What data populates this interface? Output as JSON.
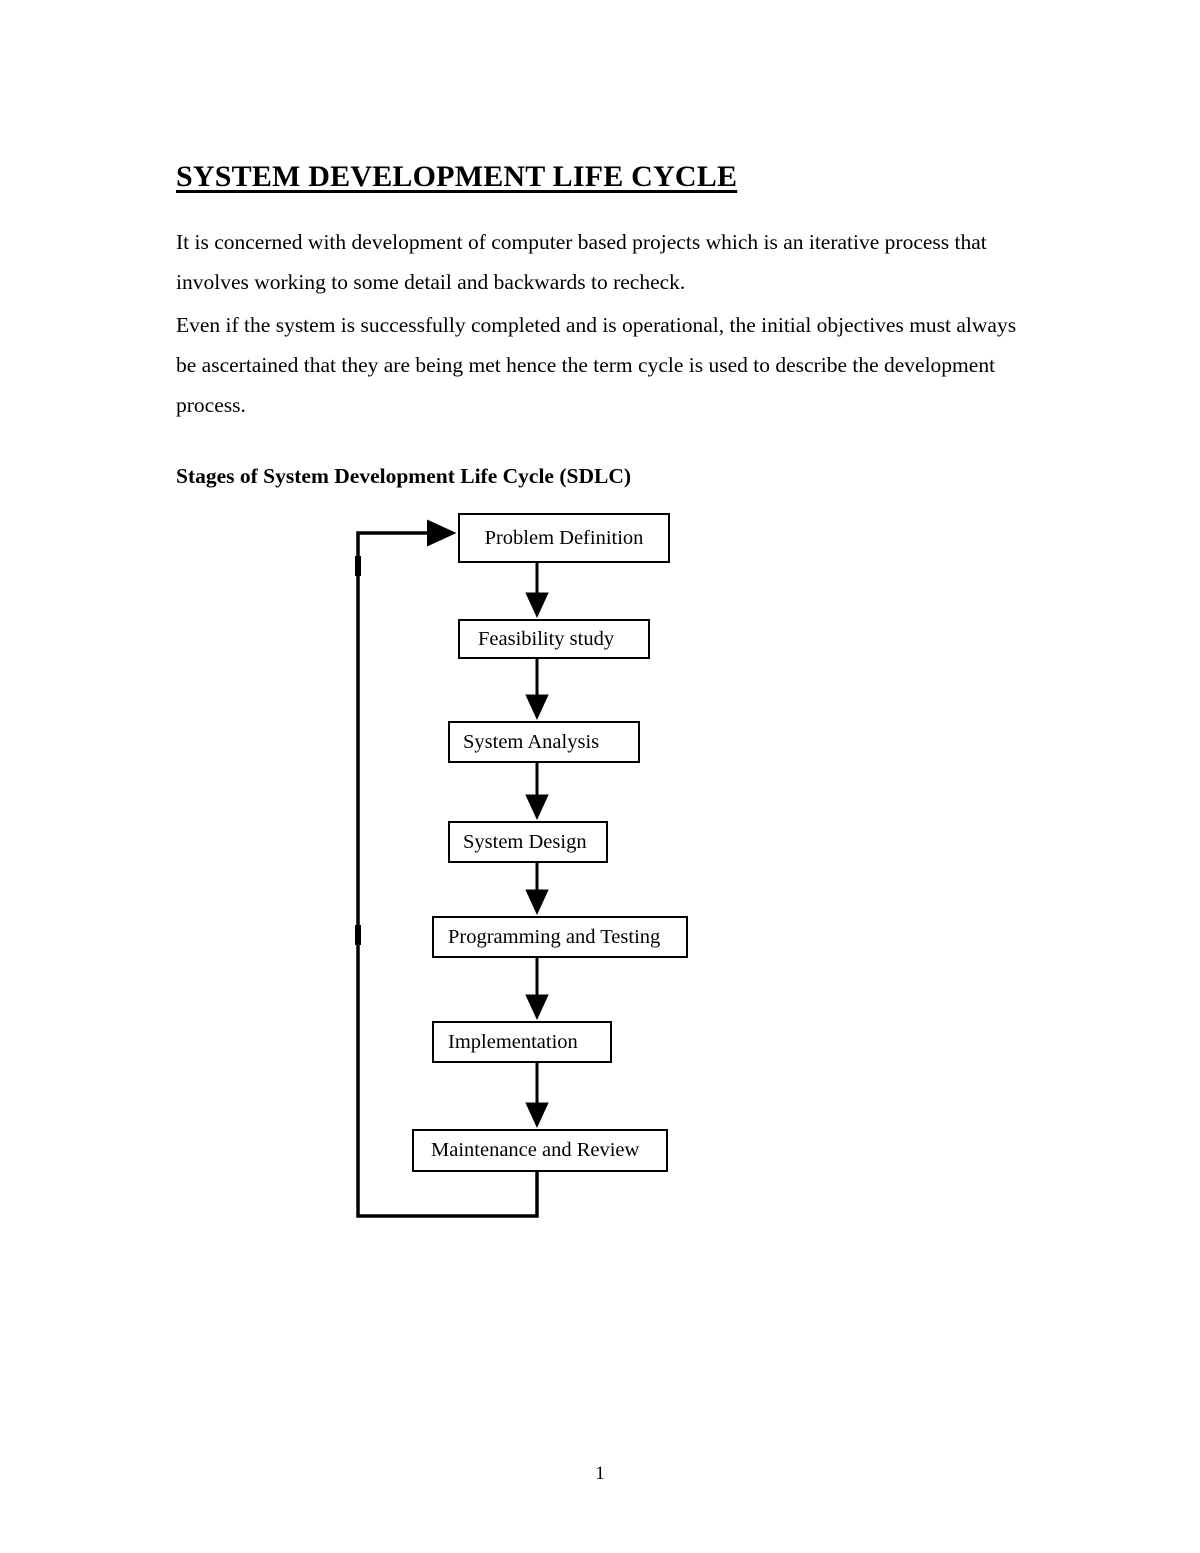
{
  "document": {
    "title": "SYSTEM DEVELOPMENT LIFE CYCLE",
    "paragraphs": [
      "It is concerned with development of computer based projects which is an iterative process that involves working to some detail and backwards to recheck.",
      "Even if the system is successfully completed and is operational, the initial objectives must always  be ascertained that they are being met hence the term cycle  is used to describe the development process."
    ],
    "section_heading": "Stages of System Development Life Cycle (SDLC)",
    "page_number": "1"
  },
  "flowchart": {
    "type": "flowchart",
    "orientation": "top-to-bottom",
    "feedback_loop": "Maintenance and Review back to Problem Definition",
    "line_color": "#000000",
    "fill_color": "#ffffff",
    "nodes": [
      {
        "id": "problem-definition",
        "label": "Problem Definition"
      },
      {
        "id": "feasibility-study",
        "label": "Feasibility study"
      },
      {
        "id": "system-analysis",
        "label": "System Analysis"
      },
      {
        "id": "system-design",
        "label": "System Design"
      },
      {
        "id": "programming-and-testing",
        "label": "Programming and Testing"
      },
      {
        "id": "implementation",
        "label": "Implementation"
      },
      {
        "id": "maintenance-and-review",
        "label": "Maintenance and Review"
      }
    ],
    "edges": [
      {
        "from": "problem-definition",
        "to": "feasibility-study",
        "style": "arrow-down"
      },
      {
        "from": "feasibility-study",
        "to": "system-analysis",
        "style": "arrow-down"
      },
      {
        "from": "system-analysis",
        "to": "system-design",
        "style": "arrow-down"
      },
      {
        "from": "system-design",
        "to": "programming-and-testing",
        "style": "arrow-down"
      },
      {
        "from": "programming-and-testing",
        "to": "implementation",
        "style": "arrow-down"
      },
      {
        "from": "implementation",
        "to": "maintenance-and-review",
        "style": "arrow-down"
      },
      {
        "from": "maintenance-and-review",
        "to": "problem-definition",
        "style": "loop-left-arrow-right"
      }
    ]
  }
}
